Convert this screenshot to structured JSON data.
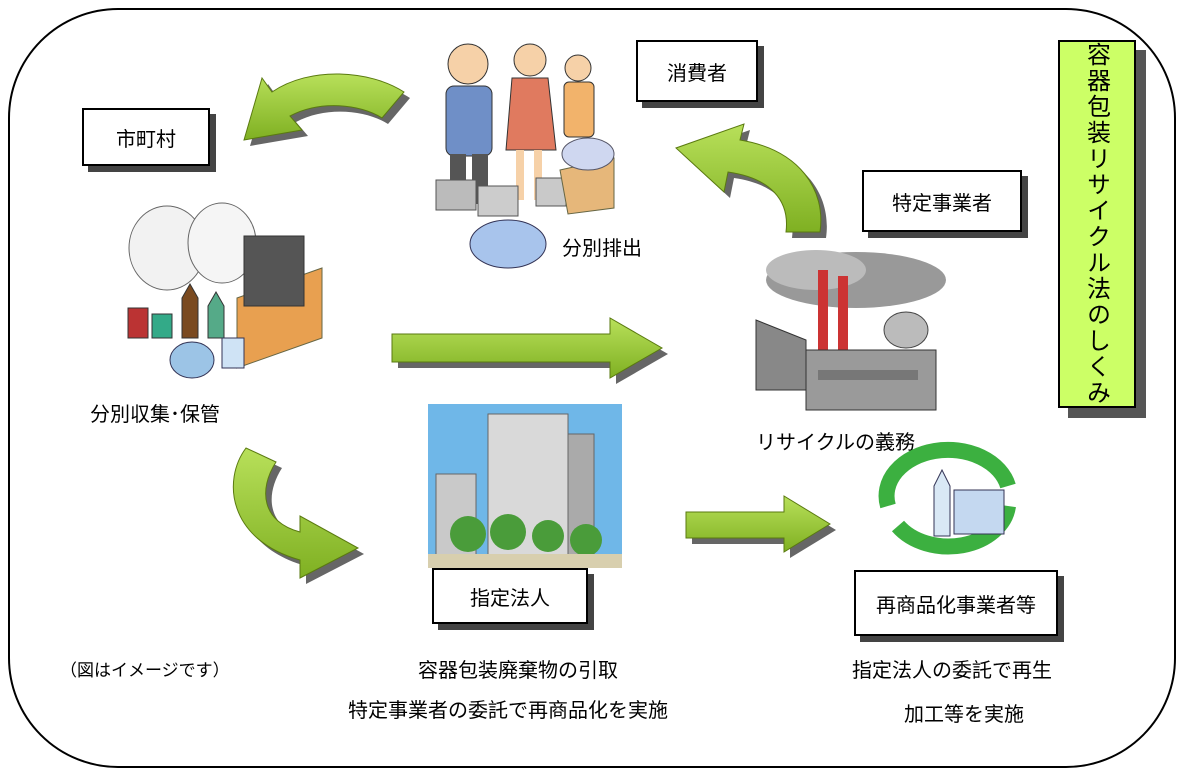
{
  "title": "容器包装リサイクル法のしくみ",
  "actors": {
    "municipality": "市町村",
    "consumer": "消費者",
    "business": "特定事業者",
    "designated": "指定法人",
    "recycler": "再商品化事業者等"
  },
  "captions": {
    "sorted_discharge": "分別排出",
    "collection": "分別収集･保管",
    "recycle_duty": "リサイクルの義務",
    "pickup": "容器包装廃棄物の引取",
    "commission": "特定事業者の委託で再商品化を実施",
    "recycler_line1": "指定法人の委託で再生",
    "recycler_line2": "加工等を実施",
    "note": "（図はイメージです）"
  },
  "colors": {
    "arrow": "#99cc33",
    "title_bg": "#ccff66",
    "shadow": "#555555"
  }
}
